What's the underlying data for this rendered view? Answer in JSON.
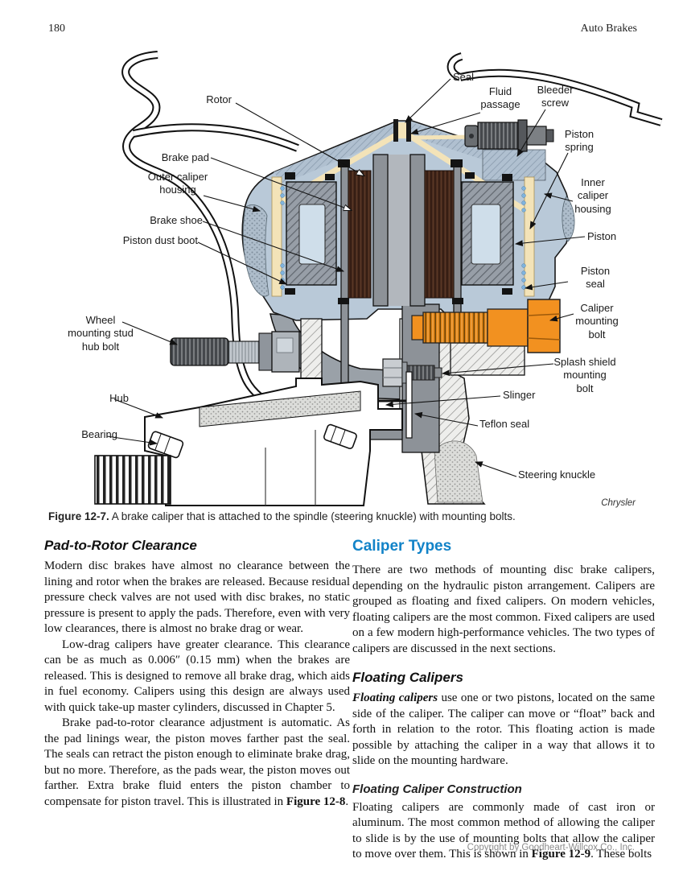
{
  "page": {
    "number": "180",
    "header_right": "Auto Brakes",
    "footer": "Copyright by Goodheart-Willcox Co., Inc."
  },
  "figure": {
    "caption_label": "Figure 12-7.",
    "caption_text": " A brake caliper that is attached to the spindle (steering knuckle) with mounting bolts.",
    "credit": "Chrysler",
    "labels": {
      "seal": "Seal",
      "fluid_passage": "Fluid\npassage",
      "bleeder_screw": "Bleeder\nscrew",
      "rotor": "Rotor",
      "piston_spring": "Piston\nspring",
      "brake_pad": "Brake pad",
      "outer_caliper_housing": "Outer caliper\nhousing",
      "inner_caliper_housing": "Inner\ncaliper\nhousing",
      "brake_shoe": "Brake shoe",
      "piston_dust_boot": "Piston dust boot",
      "piston": "Piston",
      "piston_seal": "Piston\nseal",
      "caliper_mounting_bolt": "Caliper\nmounting\nbolt",
      "wheel_mounting_stud": "Wheel\nmounting stud\nhub bolt",
      "splash_shield_bolt": "Splash shield\nmounting\nbolt",
      "slinger": "Slinger",
      "hub": "Hub",
      "teflon_seal": "Teflon seal",
      "bearing": "Bearing",
      "steering_knuckle": "Steering knuckle"
    }
  },
  "left_column": {
    "heading": "Pad-to-Rotor Clearance",
    "para1": "Modern disc brakes have almost no clearance between the lining and rotor when the brakes are released. Because residual pressure check valves are not used with disc brakes, no static pressure is present to apply the pads. Therefore, even with very low clearances, there is almost no brake drag or wear.",
    "para2": "Low-drag calipers have greater clearance. This clearance can be as much as 0.006″ (0.15 mm) when the brakes are released. This is designed to remove all brake drag, which aids in fuel economy. Calipers using this design are always used with quick take-up master cylinders, discussed in Chapter 5.",
    "para3_pre": "Brake pad-to-rotor clearance adjustment is automatic. As the pad linings wear, the piston moves farther past the seal. The seals can retract the piston enough to eliminate brake drag, but no more. Therefore, as the pads wear, the piston moves out farther. Extra brake fluid enters the piston chamber to compensate for piston travel. This is illustrated in ",
    "para3_bold": "Figure 12-8",
    "para3_post": "."
  },
  "right_column": {
    "heading": "Caliper Types",
    "heading_color": "#1283c8",
    "para1": "There are two methods of mounting disc brake calipers, depending on the hydraulic piston arrangement. Calipers are grouped as floating and fixed calipers. On modern vehicles, floating calipers are the most common. Fixed calipers are used on a few modern high-performance vehicles. The two types of calipers are discussed in the next sections.",
    "floating_heading": "Floating Calipers",
    "floating_lead": "Floating calipers",
    "floating_rest": " use one or two pistons, located on the same side of the caliper. The caliper can move or “float” back and forth in relation to the rotor. This floating action is made possible by attaching the caliper in a way that allows it to slide on the mounting hardware.",
    "construction_heading": "Floating Caliper Construction",
    "construction_pre": "Floating calipers are commonly made of cast iron or aluminum. The most common method of allowing the caliper to slide is by the use of mounting bolts that allow the caliper to move over them. This is shown in ",
    "construction_bold": "Figure 12-9",
    "construction_post": ". These bolts"
  },
  "colors": {
    "caliper_blue": "#b9c9d8",
    "bolt_orange": "#f29120",
    "lining_brown": "#46291c",
    "heading_blue": "#1283c8"
  }
}
